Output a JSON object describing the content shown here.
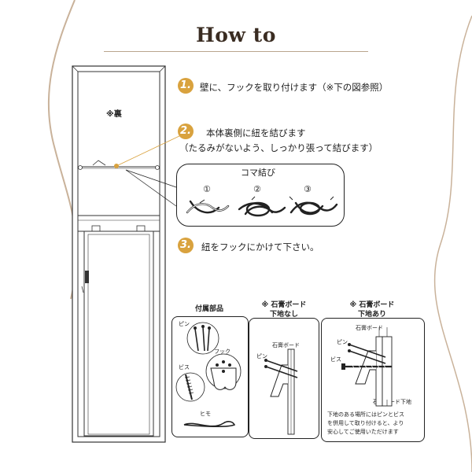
{
  "header": {
    "title": "How to"
  },
  "cabinet": {
    "back_label": "※裏"
  },
  "steps": [
    {
      "num": "1.",
      "text": "壁に、フックを取り付けます（※下の図参照）"
    },
    {
      "num": "2.",
      "text": "本体裏側に紐を結びます",
      "subtext": "（たるみがないよう、しっかり張って結びます）"
    },
    {
      "num": "3.",
      "text": "紐をフックにかけて下さい。"
    }
  ],
  "knot": {
    "title": "コマ結び",
    "markers": [
      "①",
      "②",
      "③"
    ]
  },
  "panels": {
    "parts": {
      "title": "付属部品",
      "pin": "ピン",
      "hook": "フック",
      "screw": "ビス",
      "string": "ヒモ"
    },
    "no_base": {
      "title_line1": "※ 石膏ボード",
      "title_line2": "下地なし",
      "board": "石膏ボード",
      "pin": "ピン"
    },
    "with_base": {
      "title_line1": "※ 石膏ボード",
      "title_line2": "下地あり",
      "board": "石膏ボード",
      "pin": "ピン",
      "screw": "ビス",
      "base": "石膏ボード下地",
      "note_lines": [
        "下地のある場所にはピンとビス",
        "を併用して取り付けると、より",
        "安心してご使用いただけます"
      ]
    }
  },
  "colors": {
    "accent": "#d9a23e",
    "title": "#3a2c22",
    "curve": "#c9b29a"
  }
}
